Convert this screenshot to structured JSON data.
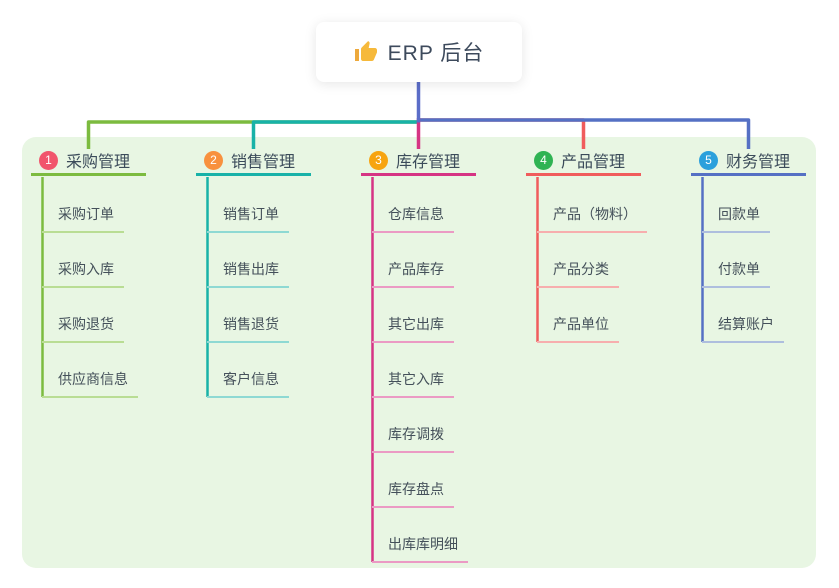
{
  "root": {
    "title": "ERP 后台",
    "icon": "thumbs-up-icon"
  },
  "branches": [
    {
      "index": "1",
      "label": "采购管理",
      "badge_color": "#f1556c",
      "line_color": "#7cbb3f",
      "tint_color": "#b9dd94",
      "children": [
        "采购订单",
        "采购入库",
        "采购退货",
        "供应商信息"
      ]
    },
    {
      "index": "2",
      "label": "销售管理",
      "badge_color": "#f8913e",
      "line_color": "#18b2a8",
      "tint_color": "#8ed9d3",
      "children": [
        "销售订单",
        "销售出库",
        "销售退货",
        "客户信息"
      ]
    },
    {
      "index": "3",
      "label": "库存管理",
      "badge_color": "#f7a410",
      "line_color": "#d63484",
      "tint_color": "#eb9ac4",
      "children": [
        "仓库信息",
        "产品库存",
        "其它出库",
        "其它入库",
        "库存调拨",
        "库存盘点",
        "出库库明细"
      ]
    },
    {
      "index": "4",
      "label": "产品管理",
      "badge_color": "#2fb353",
      "line_color": "#f05c5c",
      "tint_color": "#f7aeae",
      "children": [
        "产品（物料）",
        "产品分类",
        "产品单位"
      ]
    },
    {
      "index": "5",
      "label": "财务管理",
      "badge_color": "#2ba0dc",
      "line_color": "#5570c4",
      "tint_color": "#aebede",
      "children": [
        "回款单",
        "付款单",
        "结算账户"
      ]
    }
  ],
  "colors": {
    "panel_bg": "#e8f6e3",
    "root_line": "#5b6dc8",
    "icon_fill": "#f6b93b"
  }
}
